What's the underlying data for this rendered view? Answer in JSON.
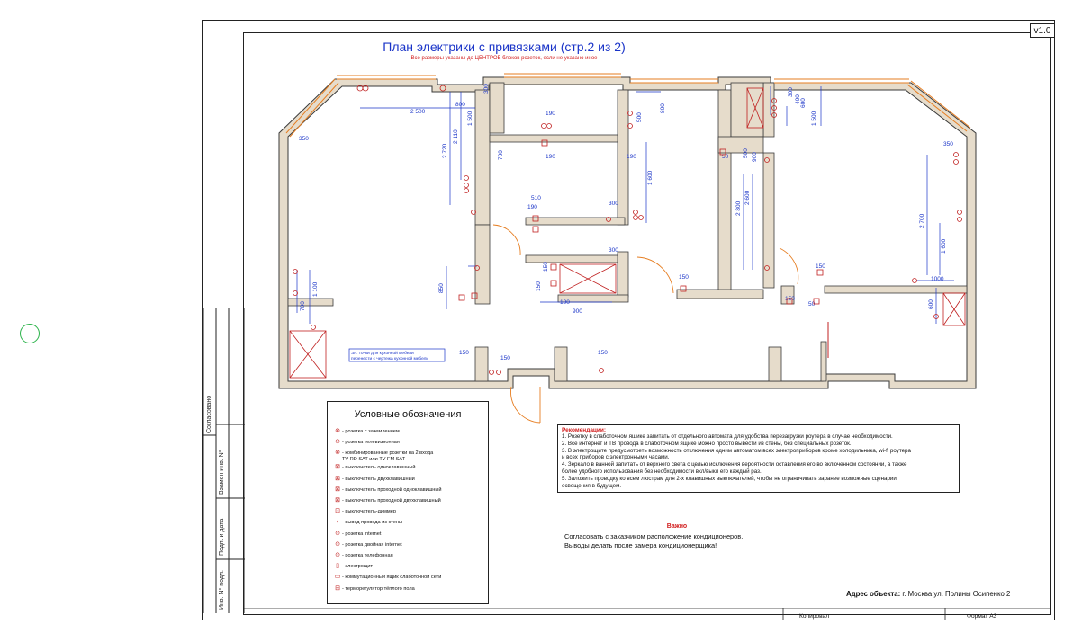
{
  "sheet": {
    "version": "v1.0",
    "title": "План электрики с привязками (стр.2 из 2)",
    "subtitle": "Все размеры указаны до ЦЕНТРОВ блоков розеток, если не указано иное",
    "copy_label": "Копировал",
    "format_label": "Формат А3"
  },
  "stamp": {
    "labels": [
      "Согласовано",
      "Взамен инв. N°",
      "Подп. и дата",
      "Инв. N° подл."
    ]
  },
  "note_box": {
    "lines": [
      "Эл. точки для кухонной мебели",
      "перенести с чертежа кухонной мебели"
    ]
  },
  "dimensions": [
    "2 500",
    "800",
    "300",
    "1 500",
    "2 720",
    "2 110",
    "190",
    "190",
    "500",
    "800",
    "190",
    "700",
    "1 600",
    "510",
    "190",
    "300",
    "300",
    "150",
    "150",
    "190",
    "900",
    "850",
    "700",
    "1 100",
    "150",
    "150",
    "150",
    "300",
    "400",
    "600",
    "1 500",
    "50",
    "500",
    "900",
    "2 800",
    "2 600",
    "350",
    "2 700",
    "1 600",
    "1000",
    "150",
    "150",
    "600",
    "350",
    "150",
    "50"
  ],
  "legend": {
    "title": "Условные обозначения",
    "items": [
      {
        "symbol": "⊗",
        "label": "- розетка с заземлением"
      },
      {
        "symbol": "⊙",
        "label": "- розетка телевизионная"
      },
      {
        "symbol": "⊗",
        "label": "- комбинированные розетки на 2 входа\nTV RD SAT или TV FM SAT"
      },
      {
        "symbol": "⊠",
        "label": "- выключатель одноклавишный"
      },
      {
        "symbol": "⊠",
        "label": "- выключатель двухклавишный"
      },
      {
        "symbol": "⊠",
        "label": "- выключатель проходной одноклавишный"
      },
      {
        "symbol": "⊠",
        "label": "- выключатель проходной двухклавишный"
      },
      {
        "symbol": "⊡",
        "label": "- выключатель-диммер"
      },
      {
        "symbol": "◖",
        "label": "- вывод провода из стены"
      },
      {
        "symbol": "⊙",
        "label": "- розетка internet"
      },
      {
        "symbol": "⊙",
        "label": "- розетка двойная internet"
      },
      {
        "symbol": "⊙",
        "label": "- розетка телефонная"
      },
      {
        "symbol": "▯",
        "label": "- электрощит"
      },
      {
        "symbol": "▭",
        "label": "- коммутационный ящик слаботочной сети"
      },
      {
        "symbol": "⊟",
        "label": "- терморегулятор тёплого пола"
      }
    ]
  },
  "recommendations": {
    "title": "Рекомендации:",
    "lines": [
      "1. Розетку в слаботочном ящике запитать от отдельного автомата для удобства перезагрузки роутера в случае необходимости.",
      "2. Все интернет и ТВ провода в слаботочном ящике можно просто вывести из стены, без специальных розеток.",
      "3. В электрощите предусмотреть возможность отключения одним автоматом всех электроприборов кроме холодильника, wi-fi роутера",
      "и всех приборов с электронными часами.",
      "4. Зеркало в ванной запитать от верхнего света с целью исключения вероятности оставления его во включенном состоянии, а также",
      "более удобного использования без необходимости вкл/выкл его каждый раз.",
      "5. Заложить проводку ко всем люстрам для 2-х клавишных выключателей, чтобы не ограничивать заранее возможные сценарии",
      "освещения в будущем."
    ]
  },
  "important": {
    "title": "Важно",
    "lines": [
      "Согласовать с заказчиком расположение кондиционеров.",
      "Выводы делать после замера кондиционерщика!"
    ]
  },
  "address": {
    "label": "Адрес объекта:",
    "value": "г. Москва ул. Полины Осипенко 2"
  },
  "colors": {
    "wall_fill": "#e6dccb",
    "wall_stroke": "#3a3a3a",
    "dimension": "#1a34c8",
    "device": "#c02020",
    "window": "#e67e22",
    "marker": "#2bb34a"
  }
}
